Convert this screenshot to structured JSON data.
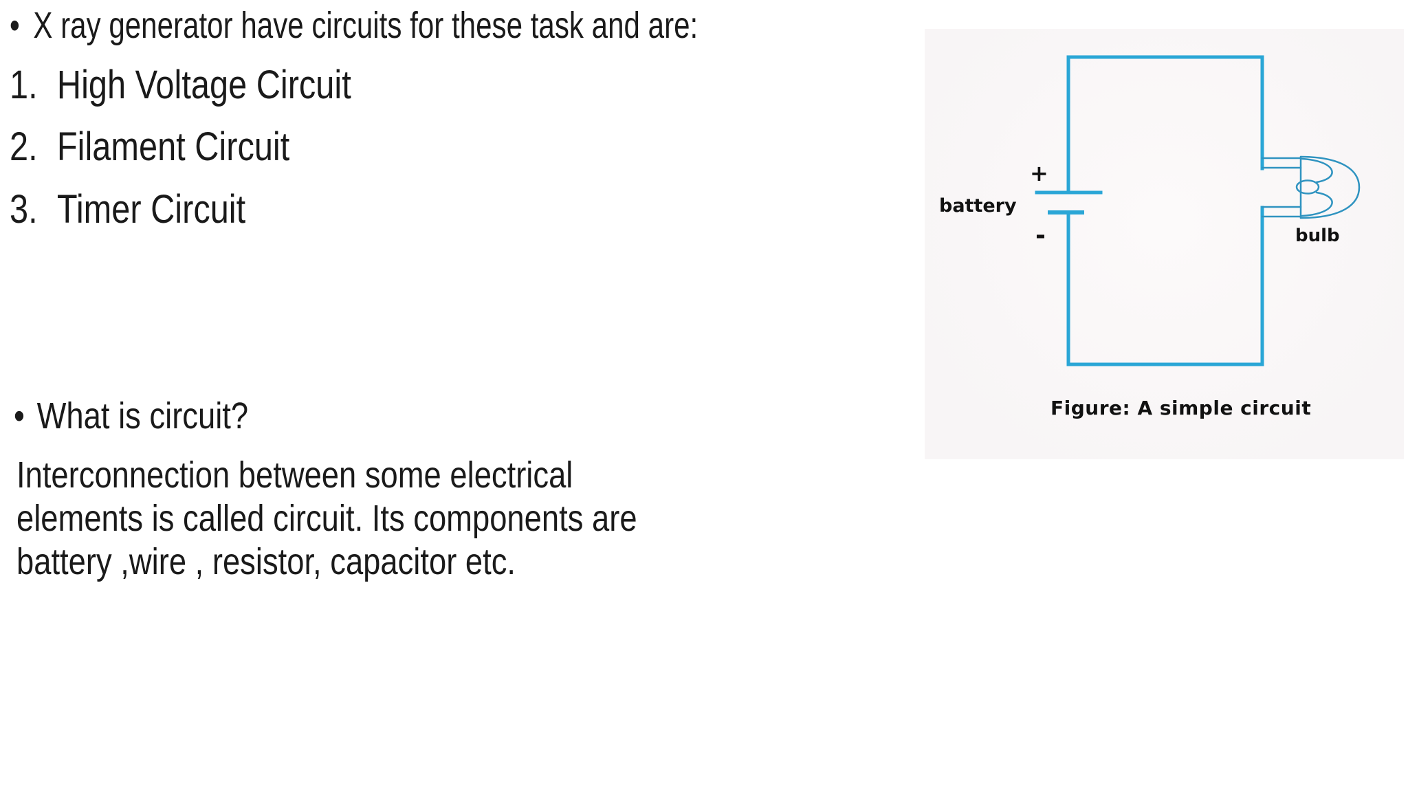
{
  "slide": {
    "bullet_char": "•",
    "intro": "X ray generator have circuits for these task and are:",
    "items": [
      {
        "num": "1.",
        "label": "High Voltage Circuit"
      },
      {
        "num": "2.",
        "label": "Filament Circuit"
      },
      {
        "num": "3.",
        "label": "Timer Circuit"
      }
    ],
    "question": "What is circuit?",
    "answer_lines": [
      "Interconnection between some electrical",
      "elements is called circuit. Its components are",
      "battery ,wire , resistor, capacitor etc."
    ]
  },
  "figure": {
    "caption": "Figure: A simple circuit",
    "labels": {
      "battery": "battery",
      "plus": "+",
      "minus": "-",
      "bulb": "bulb"
    },
    "colors": {
      "wire": "#2aa6d6",
      "bulb_outline": "#2f93c0",
      "text": "#1a1a1a"
    }
  }
}
